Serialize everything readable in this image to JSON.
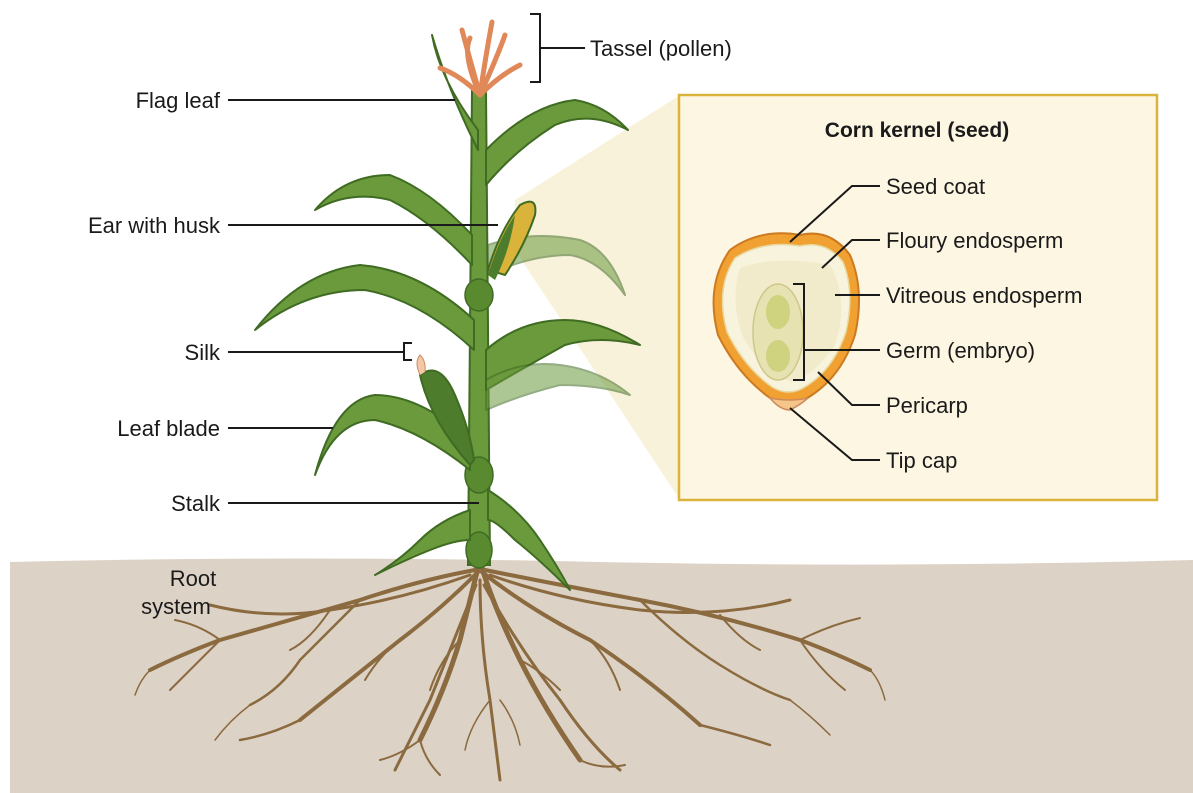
{
  "plant_labels": {
    "tassel": "Tassel (pollen)",
    "flag_leaf": "Flag leaf",
    "ear_with_husk": "Ear with husk",
    "silk": "Silk",
    "leaf_blade": "Leaf blade",
    "stalk": "Stalk",
    "root_system_line1": "Root",
    "root_system_line2": "system"
  },
  "kernel_panel": {
    "title": "Corn kernel (seed)",
    "labels": {
      "seed_coat": "Seed coat",
      "floury_endosperm": "Floury endosperm",
      "vitreous_endosperm": "Vitreous endosperm",
      "germ": "Germ (embryo)",
      "pericarp": "Pericarp",
      "tip_cap": "Tip cap"
    }
  },
  "colors": {
    "soil": "#ddd2c6",
    "stalk_green": "#6a9a3c",
    "leaf_outline": "#3f6b22",
    "root_brown": "#8a6a3e",
    "tassel_orange": "#e08858",
    "panel_border": "#d9b33a",
    "panel_fill": "#fdf6e3",
    "kernel_orange": "#f0a132"
  }
}
